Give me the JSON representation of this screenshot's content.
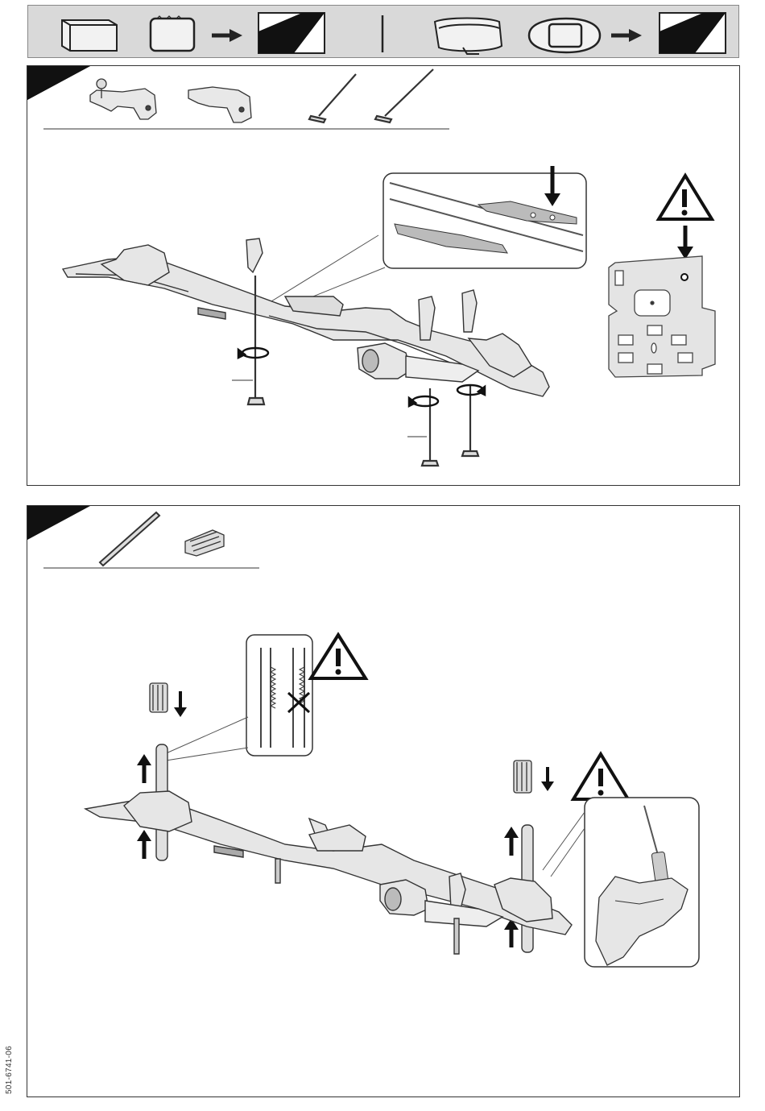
{
  "document": {
    "code": "501-6741-06"
  },
  "header": {
    "bar_type_a": "square-bar",
    "bar_type_b": "aero-bar"
  },
  "steps": [
    {
      "panel": 1,
      "parts": [
        "key-foot",
        "foot-clamp",
        "t-bolt",
        "t-bolt"
      ]
    },
    {
      "panel": 2,
      "parts": [
        "long-rod",
        "rubber-cap"
      ]
    }
  ],
  "icons": [
    "warning-triangle-icon",
    "arrow-right-icon",
    "arrow-down-icon",
    "arrow-up-icon",
    "rotate-icon",
    "cross-mark-icon"
  ],
  "colors": {
    "header_bg": "#d9d9d9",
    "ink": "#222222",
    "panel_border": "#333333"
  }
}
